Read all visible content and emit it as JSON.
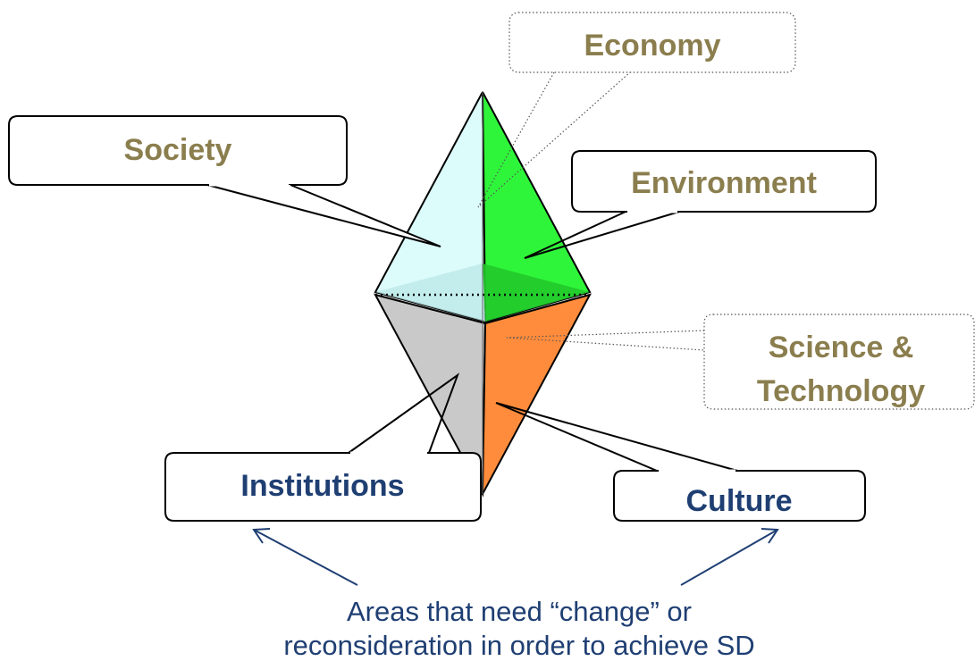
{
  "colors": {
    "label_gold": "#8b7e4e",
    "label_blue": "#1f3f73",
    "society_face": "#dcfbfb",
    "environment_face": "#2ff53a",
    "institutions_face": "#c9c9c9",
    "culture_face": "#ff8c3c",
    "outline": "#000000"
  },
  "labels": {
    "economy": "Economy",
    "society": "Society",
    "environment": "Environment",
    "science_line1": "Science &",
    "science_line2": "Technology",
    "institutions": "Institutions",
    "culture": "Culture"
  },
  "caption": {
    "line1": "Areas that need “change” or",
    "line2": "reconsideration in order to achieve SD"
  }
}
